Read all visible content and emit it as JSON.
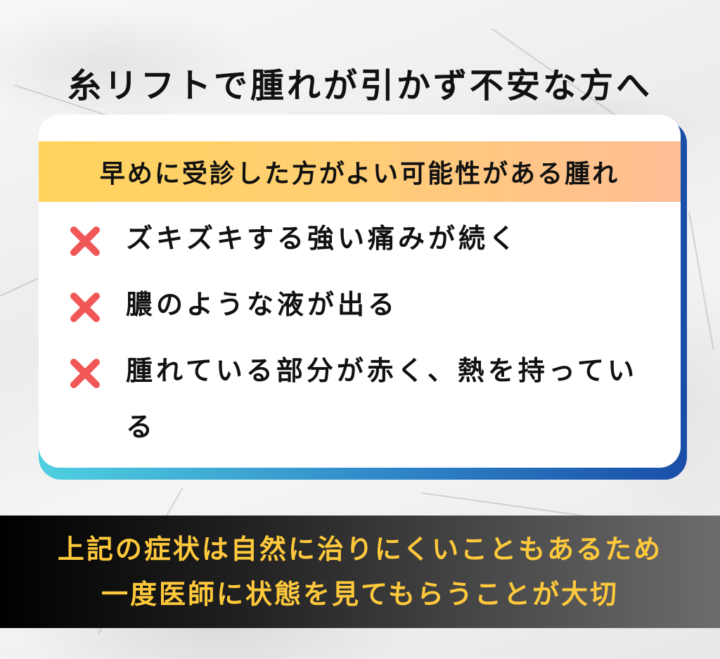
{
  "title": "糸リフトで腫れが引かず不安な方へ",
  "card": {
    "header": "早めに受診した方がよい可能性がある腫れ",
    "items": [
      {
        "icon": "x-mark-icon",
        "text": "ズキズキする強い痛みが続く"
      },
      {
        "icon": "x-mark-icon",
        "text": "膿のような液が出る"
      },
      {
        "icon": "x-mark-icon",
        "text": "腫れている部分が赤く、熱を持っている"
      }
    ]
  },
  "banner": {
    "lines": [
      "上記の症状は自然に治りにくいこともあるため",
      "一度医師に状態を見てもらうことが大切"
    ]
  },
  "colors": {
    "header_gradient_start": "#ffd35c",
    "header_gradient_end": "#ffbd95",
    "x_icon": "#f25757",
    "card_shadow_start": "#4fd0e0",
    "card_shadow_end": "#1a4ea8",
    "banner_text": "#ffc93c"
  }
}
